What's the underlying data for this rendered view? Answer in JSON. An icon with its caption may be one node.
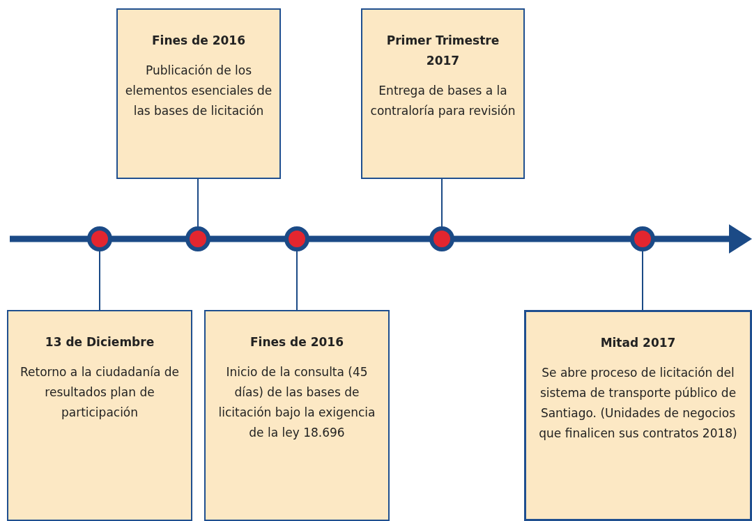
{
  "diagram": {
    "nodes": [
      {
        "text": [
          "Fines de 2016",
          "Publicación de los elementos esenciales de las bases de licitación"
        ]
      },
      {
        "text": [
          "Primer Trimestre 2017",
          "Entrega de bases a la contraloría para revisión"
        ]
      },
      {
        "text": [],
        "shape": "circle"
      },
      {
        "text": [],
        "shape": "circle"
      },
      {
        "text": [],
        "shape": "circle"
      },
      {
        "text": [],
        "shape": "circle"
      },
      {
        "text": [],
        "shape": "circle"
      },
      {
        "text": [
          "13 de Diciembre",
          "Retorno a la ciudadanía de resultados plan de participación"
        ]
      },
      {
        "text": [
          "Fines de 2016",
          "Inicio de la consulta (45 días) de las bases de licitación bajo la exigencia de la ley 18.696"
        ]
      },
      {
        "text": [
          "Mitad 2017",
          "Se abre proceso de licitación del sistema de transporte público de Santiago. (Unidades de negocios que finalicen sus contratos 2018)"
        ]
      }
    ],
    "edges": [
      {
        "from": 0,
        "to": 3,
        "arrow": "none"
      },
      {
        "from": 1,
        "to": 5,
        "arrow": "none"
      },
      {
        "from": 7,
        "to": 2,
        "arrow": "none"
      },
      {
        "from": 8,
        "to": 4,
        "arrow": "none"
      },
      {
        "from": 9,
        "to": 6,
        "arrow": "none"
      }
    ]
  }
}
